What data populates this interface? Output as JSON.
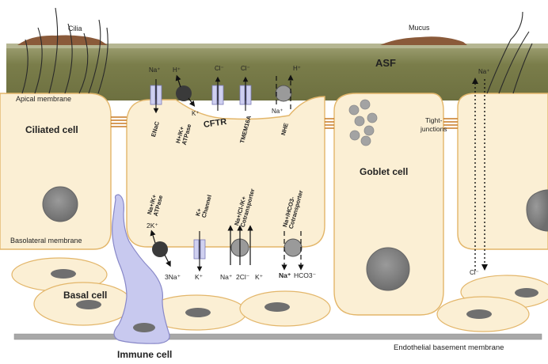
{
  "labels": {
    "cilia": "Cilia",
    "mucus": "Mucus",
    "asf": "ASF",
    "apical_membrane": "Apical membrane",
    "ciliated_cell": "Ciliated cell",
    "basolateral_membrane": "Basolateral membrane",
    "basal_cell": "Basal cell",
    "immune_cell": "Immune cell",
    "goblet_cell": "Goblet cell",
    "tight_junctions_1": "Tight-",
    "tight_junctions_2": "junctions",
    "endothelial_bm": "Endothelial basement membrane"
  },
  "apical_transport": {
    "enac": {
      "ion": "Na⁺",
      "name": "ENaC"
    },
    "atpase": {
      "ion_out": "H⁺",
      "ion_in": "K⁺",
      "name_1": "H+/K+",
      "name_2": "ATPase"
    },
    "cftr": {
      "ion": "Cl⁻",
      "name": "CFTR"
    },
    "tmem16a": {
      "ion": "Cl⁻",
      "name": "TMEM16A"
    },
    "nhe": {
      "ion_out": "H⁺",
      "ion_in": "Na⁺",
      "name": "NHE"
    }
  },
  "basolateral_transport": {
    "naka_atpase": {
      "title_1": "Na+/K+",
      "title_2": "ATPase",
      "ion_in": "2K⁺",
      "ion_out": "3Na⁺"
    },
    "k_channel": {
      "title_1": "K+",
      "title_2": "Channel",
      "ion": "K⁺"
    },
    "nkcc": {
      "title_1": "Na+/Cl-/K+",
      "title_2": "Cotransporter",
      "ion_1": "Na⁺",
      "ion_2": "2Cl⁻",
      "ion_3": "K⁺"
    },
    "nbc": {
      "title_1": "Na+/HCO3-",
      "title_2": "Cotransporter",
      "ion_1": "Na⁺",
      "ion_2": "HCO3⁻"
    }
  },
  "paracellular": {
    "ion_top": "Na⁺",
    "ion_bottom": "Cl⁻"
  },
  "colors": {
    "asf": "#7a7d4a",
    "cell_fill": "#fbefd4",
    "cell_stroke": "#e3b66a",
    "mucus": "#8a5a3a",
    "nucleus": "#808080",
    "immune": "#c8c9ef",
    "channel": "#cfd0f0",
    "pump": "#3a3a3a",
    "basement": "#a8a8a8"
  }
}
